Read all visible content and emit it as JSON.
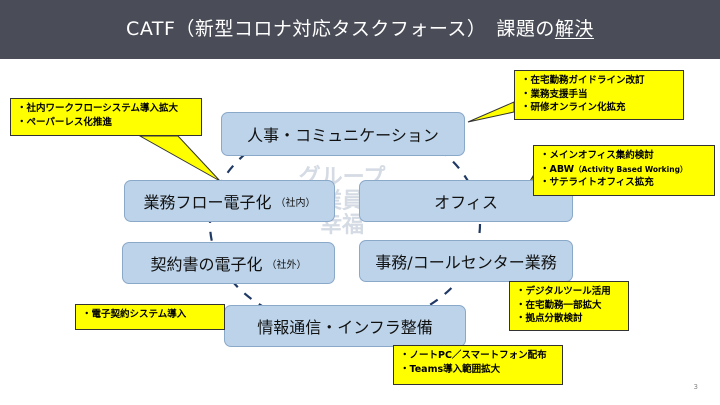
{
  "header": {
    "title_main": "CATF（新型コロナ対応タスクフォース）　課題の",
    "title_underlined": "解決"
  },
  "watermark": {
    "line1": "グループ",
    "line2": "従業員の",
    "line3": "幸福"
  },
  "boxes": {
    "hr": {
      "label": "人事・コミュニケーション"
    },
    "workflow": {
      "label": "業務フロー電子化",
      "note": "（社内）"
    },
    "office": {
      "label": "オフィス"
    },
    "contract": {
      "label": "契約書の電子化",
      "note": "（社外）"
    },
    "callcenter": {
      "label": "事務/コールセンター業務"
    },
    "infra": {
      "label": "情報通信・インフラ整備"
    }
  },
  "callouts": {
    "workflow": [
      "・社内ワークフローシステム導入拡大",
      "・ペーパーレス化推進"
    ],
    "hr": [
      "・在宅勤務ガイドライン改訂",
      "・業務支援手当",
      "・研修オンライン化拡充"
    ],
    "office": {
      "line1": "・メインオフィス集約検討",
      "line2_main": "・ABW",
      "line2_note": "（Activity Based Working）",
      "line3": "・サテライトオフィス拡充"
    },
    "callcenter": [
      "・デジタルツール活用",
      "・在宅勤務一部拡大",
      "・拠点分散検討"
    ],
    "contract": [
      "・電子契約システム導入"
    ],
    "infra": [
      "・ノートPC／スマートフォン配布",
      "・Teams導入範囲拡大"
    ]
  },
  "page_number": "3",
  "colors": {
    "header_bg": "#4a4d57",
    "box_fill": "#bcd3ea",
    "callout_fill": "#ffff00",
    "ring": "#1f3864"
  }
}
